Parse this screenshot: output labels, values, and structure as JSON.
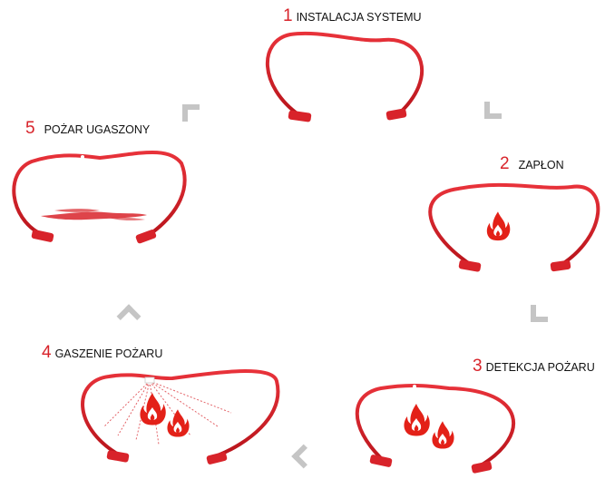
{
  "colors": {
    "hose": "#d8232a",
    "number": "#d8232a",
    "arrow": "#c5c5c5",
    "flame": "#e32118"
  },
  "steps": [
    {
      "number": "1",
      "label": "INSTALACJA SYSTEMU"
    },
    {
      "number": "2",
      "label": "ZAPŁON"
    },
    {
      "number": "3",
      "label": "DETEKCJA POŻARU"
    },
    {
      "number": "4",
      "label": "GASZENIE POŻARU"
    },
    {
      "number": "5",
      "label": "POŻAR UGASZONY"
    }
  ],
  "icons": {
    "arrow": "chevron-arrow-icon",
    "flame": "flame-icon",
    "hose": "detection-tube-icon"
  }
}
